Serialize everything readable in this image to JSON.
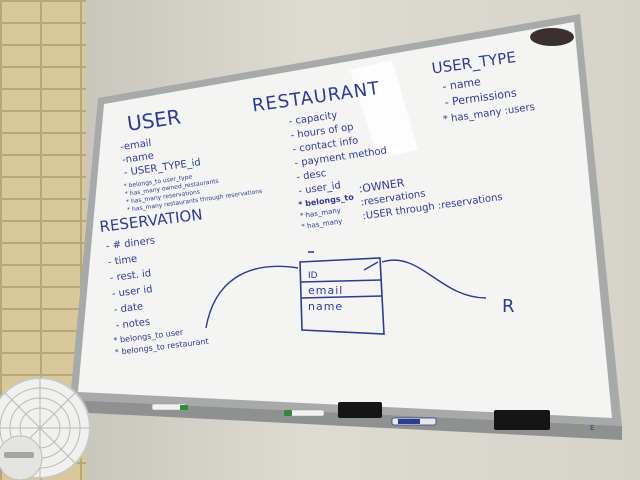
{
  "board": {
    "badge_brand": "",
    "user": {
      "title": "USER",
      "fields": [
        "-email",
        "-name",
        "- USER_TYPE_id"
      ],
      "relations": [
        "* belongs_to  user_type",
        "* has_many  owned_restaurants",
        "* has_many  reservations",
        "* has_many  restaurants  through  reservations"
      ]
    },
    "restaurant": {
      "title": "RESTAURANT",
      "fields": [
        "- capacity",
        "- hours of op",
        "- contact info",
        "- payment method",
        "- desc",
        "- user_id"
      ],
      "relations": [
        "* belongs_to",
        "* has_many",
        "* has_many"
      ],
      "relation_targets": [
        ":OWNER",
        ":reservations",
        ":USER through   :reservations"
      ]
    },
    "user_type": {
      "title": "USER_TYPE",
      "fields": [
        "- name",
        "- Permissions"
      ],
      "relation": "* has_many  :users"
    },
    "reservation": {
      "title": "RESERVATION",
      "fields": [
        "- # diners",
        "- time",
        "- rest. id",
        "- user id",
        "- date",
        "- notes"
      ],
      "relations": [
        "* belongs_to  user",
        "* belongs_to  restaurant"
      ]
    },
    "sketch_box": {
      "rows": [
        "ID",
        "email",
        "name"
      ]
    },
    "stray_mark": "R",
    "corner_label": "E"
  },
  "colors": {
    "marker_blue": "#2d3c8f",
    "board_white": "#f4f5f3",
    "frame_silver": "#a8aaa9"
  }
}
